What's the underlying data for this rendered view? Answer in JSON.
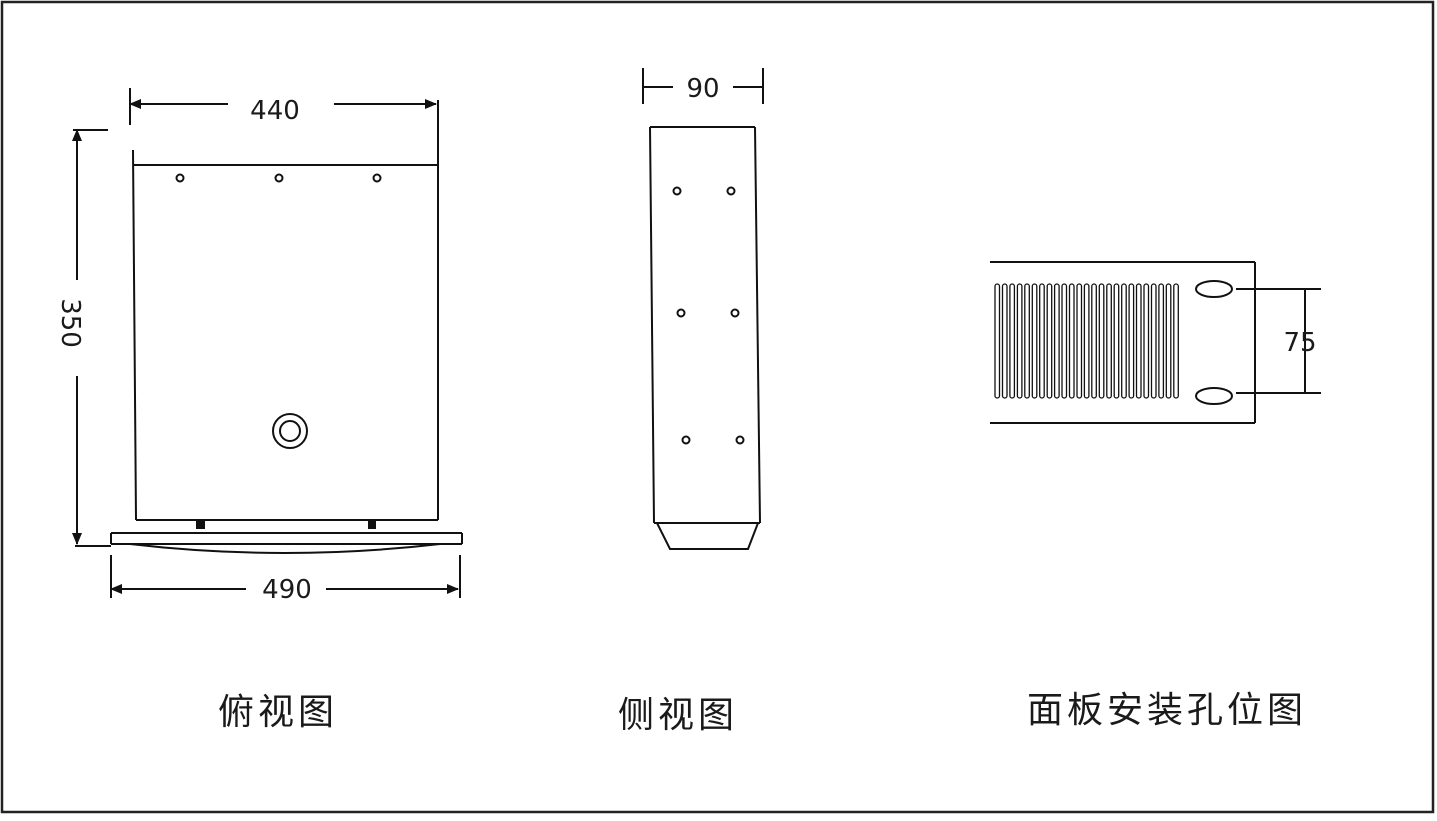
{
  "top_view": {
    "width_label": "440",
    "depth_label": "350",
    "front_width_label": "490",
    "caption": "俯视图"
  },
  "side_view": {
    "height_label": "90",
    "caption": "侧视图"
  },
  "panel_view": {
    "hole_spacing_label": "75",
    "caption": "面板安装孔位图"
  }
}
